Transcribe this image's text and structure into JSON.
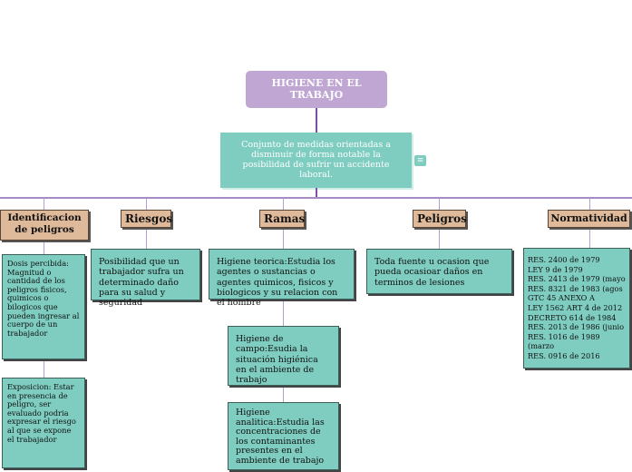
{
  "root": {
    "title": "HIGIENE EN EL TRABAJO"
  },
  "description": "Conjunto de medidas orientadas a disminuir de forma notable la posibilidad de sufrir un accidente laboral.",
  "note_icon": "notes-icon",
  "colors": {
    "root": "#c0a6d2",
    "topic": "#deb99a",
    "box": "#7ecdc0",
    "line": "#b79fd0"
  },
  "branches": [
    {
      "title": "Identificacion de peligros",
      "children": [
        "Dosis percibida: Magnitud o cantidad de los peligros fisicos, quimicos o bilogicos que pueden ingresar al cuerpo de un trabajador",
        "Exposicion: Estar en presencia de peligro, ser evaluado podria expresar el riesgo al que se expone el trabajador"
      ]
    },
    {
      "title": "Riesgos",
      "children": [
        "Posibilidad que un trabajador sufra un determinado daño para su salud y seguridad"
      ]
    },
    {
      "title": "Ramas",
      "children": [
        "Higiene teorica:Estudia los agentes o sustancias o agentes quimicos, fisicos y biologicos y su relacion con el hombre",
        "Higiene de campo:Esudia la situación higiénica en el ambiente de trabajo",
        "Higiene analitica:Estudia las concentraciones de los contaminantes presentes en el ambiente de trabajo"
      ]
    },
    {
      "title": "Peligros",
      "children": [
        "Toda fuente u ocasion que pueda ocasioar daños en terminos de lesiones"
      ]
    },
    {
      "title": "Normatividad",
      "children": [
        "RES. 2400 de 1979\nLEY 9 de 1979\nRES. 2413 de 1979 (mayo\nRES. 8321 de 1983 (agos\nGTC 45 ANEXO A\nLEY 1562 ART 4 de 2012\nDECRETO 614 de 1984\nRES. 2013 de 1986 (junio\nRES. 1016 de 1989 (marzo\nRES. 0916 de 2016"
      ]
    }
  ]
}
